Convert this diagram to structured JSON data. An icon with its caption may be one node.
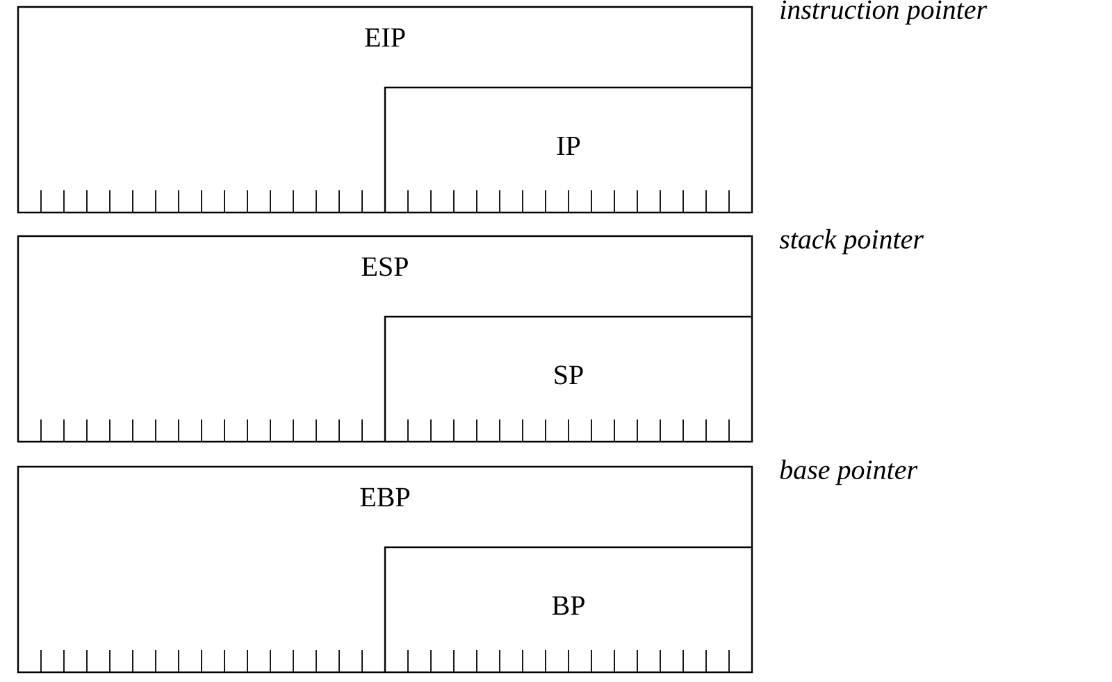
{
  "diagram": {
    "nodes": [
      {
        "text": [
          "EIP"
        ],
        "beside": [
          "instruction pointer"
        ]
      },
      {
        "text": [
          "IP"
        ],
        "in": 0
      },
      {
        "text": [
          "ESP"
        ],
        "beside": [
          "stack pointer"
        ]
      },
      {
        "text": [
          "SP"
        ],
        "in": 2
      },
      {
        "text": [
          "EBP"
        ],
        "beside": [
          "base pointer"
        ]
      },
      {
        "text": [
          "BP"
        ],
        "in": 4
      }
    ]
  }
}
